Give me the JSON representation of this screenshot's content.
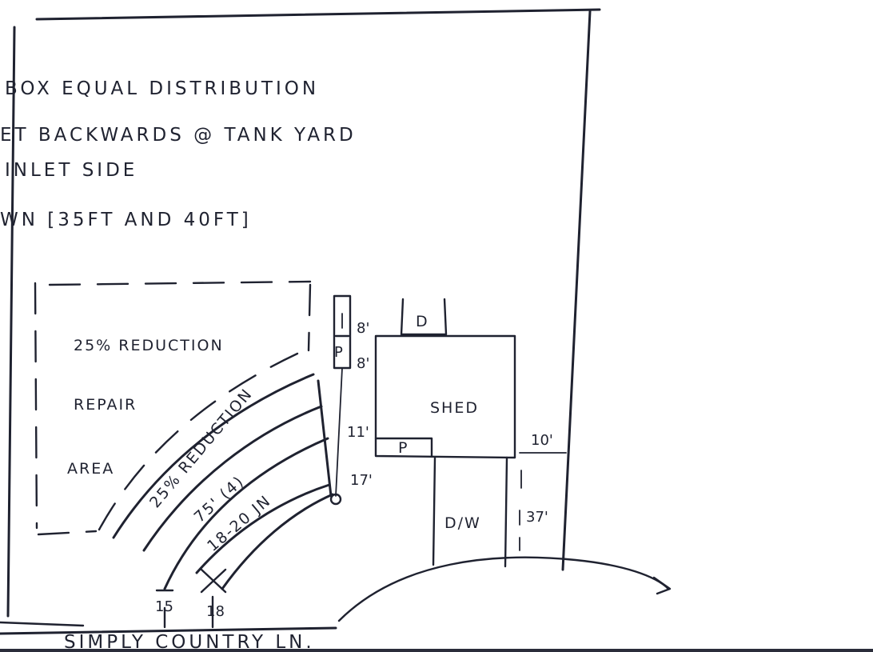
{
  "notes": [
    "BOX EQUAL DISTRIBUTION",
    "ET BACKWARDS @ TANK YARD",
    "INLET SIDE",
    "WN [35FT AND 40FT]"
  ],
  "areas": {
    "reduction_area": "25% REDUCTION",
    "repair": "REPAIR",
    "area": "AREA",
    "line_label_a": "25% REDUCTION",
    "line_label_b": "75' (4)",
    "line_label_c": "18-20 JN"
  },
  "features": {
    "shed": "SHED",
    "box_d": "D",
    "box_p_upper": "P",
    "box_p_lower": "P",
    "dw": "D/W"
  },
  "dimensions": {
    "d8a": "8'",
    "d8b": "8'",
    "d11": "11'",
    "d17": "17'",
    "d10": "10'",
    "d37": "37'",
    "d15": "15",
    "d18": "18"
  },
  "road": "SIMPLY COUNTRY LN."
}
